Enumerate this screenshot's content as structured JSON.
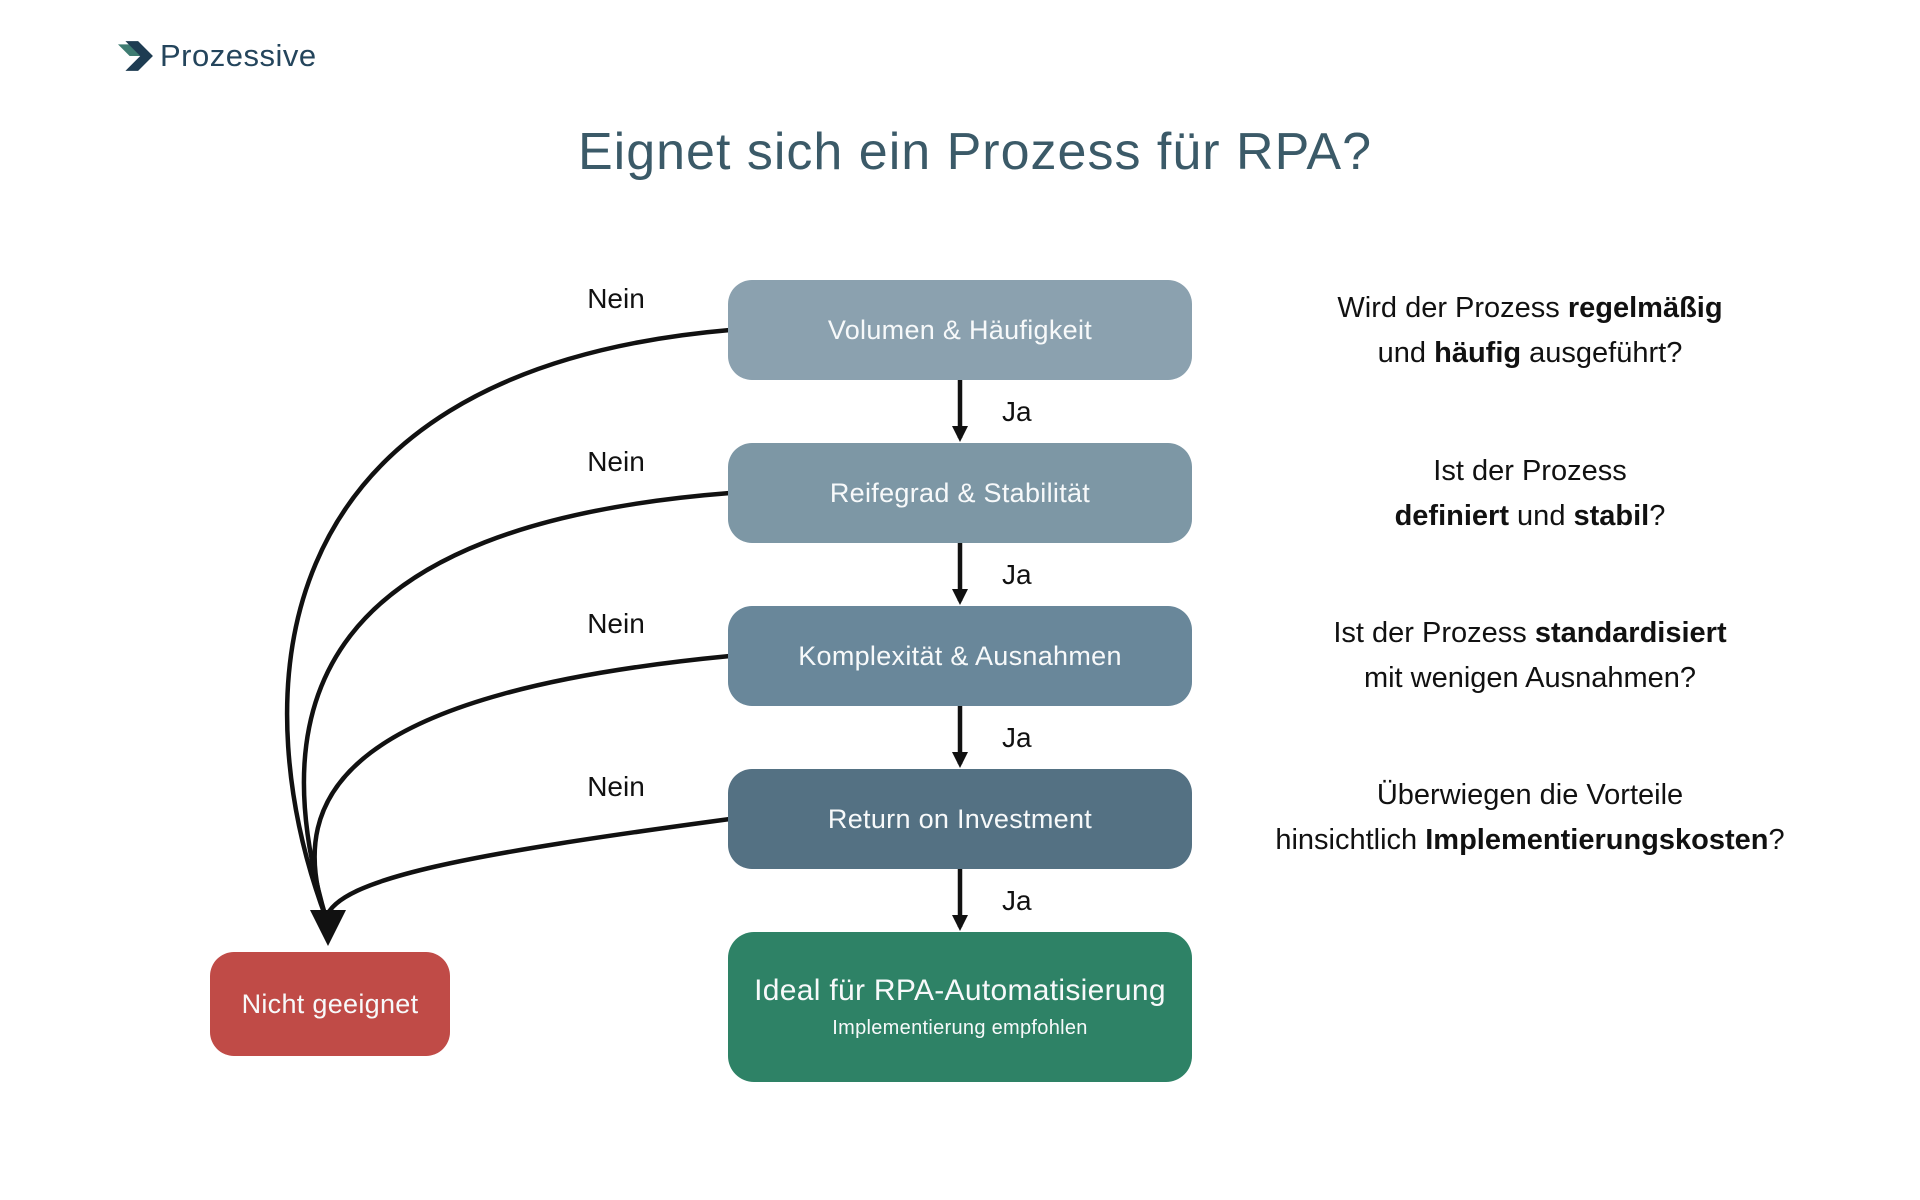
{
  "brand": {
    "name": "Prozessive",
    "icon": "double-chevron-right-icon",
    "icon_colors": {
      "teal": "#3e7c72",
      "navy": "#1e3c52"
    }
  },
  "title": "Eignet sich ein Prozess für RPA?",
  "edge_labels": {
    "yes": "Ja",
    "no": "Nein"
  },
  "steps": [
    {
      "label": "Volumen & Häufigkeit",
      "color": "#8ba1af",
      "question": [
        [
          {
            "text": "Wird der Prozess ",
            "bold": false
          },
          {
            "text": "regelmäßig",
            "bold": true
          }
        ],
        [
          {
            "text": "und ",
            "bold": false
          },
          {
            "text": "häufig",
            "bold": true
          },
          {
            "text": " ausgeführt?",
            "bold": false
          }
        ]
      ]
    },
    {
      "label": "Reifegrad & Stabilität",
      "color": "#7d97a5",
      "question": [
        [
          {
            "text": "Ist der Prozess",
            "bold": false
          }
        ],
        [
          {
            "text": "definiert",
            "bold": true
          },
          {
            "text": " und ",
            "bold": false
          },
          {
            "text": "stabil",
            "bold": true
          },
          {
            "text": "?",
            "bold": false
          }
        ]
      ]
    },
    {
      "label": "Komplexität & Ausnahmen",
      "color": "#69879a",
      "question": [
        [
          {
            "text": "Ist der Prozess ",
            "bold": false
          },
          {
            "text": "standardisiert",
            "bold": true
          }
        ],
        [
          {
            "text": "mit wenigen Ausnahmen?",
            "bold": false
          }
        ]
      ]
    },
    {
      "label": "Return on Investment",
      "color": "#547183",
      "question": [
        [
          {
            "text": "Überwiegen die Vorteile",
            "bold": false
          }
        ],
        [
          {
            "text": "hinsichtlich ",
            "bold": false
          },
          {
            "text": "Implementierungskosten",
            "bold": true
          },
          {
            "text": "?",
            "bold": false
          }
        ]
      ]
    }
  ],
  "outcomes": {
    "success": {
      "title": "Ideal für RPA-Automatisierung",
      "subtitle": "Implementierung empfohlen",
      "color": "#2e8266"
    },
    "failure": {
      "label": "Nicht geeignet",
      "color": "#c04b47"
    }
  }
}
